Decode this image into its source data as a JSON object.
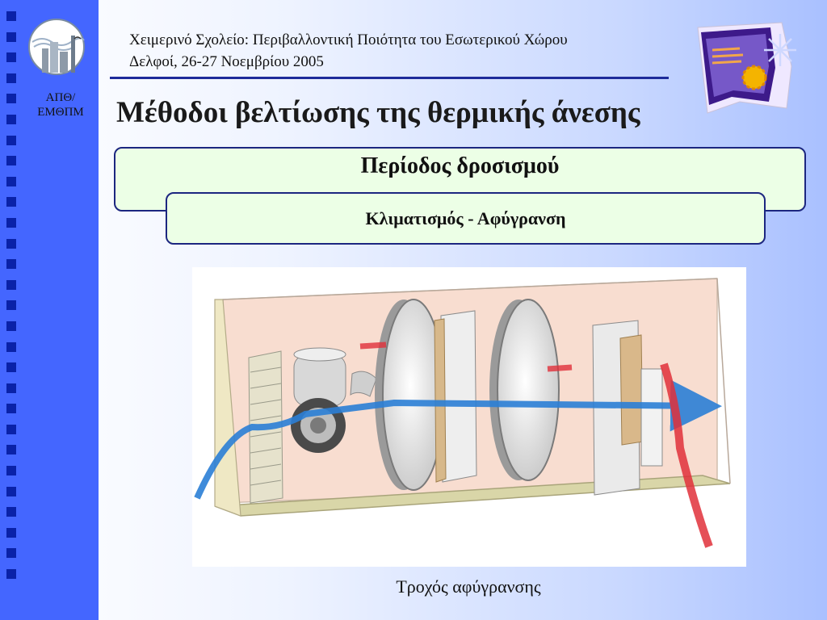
{
  "header": {
    "line1": "Χειμερινό Σχολείο: Περιβαλλοντική Ποιότητα του Εσωτερικού Χώρου",
    "line2": "Δελφοί, 26-27 Νοεμβρίου 2005"
  },
  "sidebar": {
    "org_line1": "ΑΠΘ/",
    "org_line2": "ΕΜΘΠΜ",
    "square_count": 28
  },
  "slide": {
    "title": "Μέθοδοι βελτίωσης της θερμικής άνεσης",
    "box_outer": "Περίοδος δροσισμού",
    "box_inner": "Κλιματισμός - Αφύγρανση",
    "figure_caption": "Τροχός αφύγρανσης"
  },
  "colors": {
    "sidebar": "#4466ff",
    "squares": "#0a22a8",
    "box_fill": "#ecffe6",
    "box_border": "#1c2680",
    "airflow_blue": "#2b7fd6",
    "airflow_red": "#e0303a"
  },
  "icons": {
    "left_logo": "university-building-logo",
    "right_logo": "winter-school-logo"
  }
}
